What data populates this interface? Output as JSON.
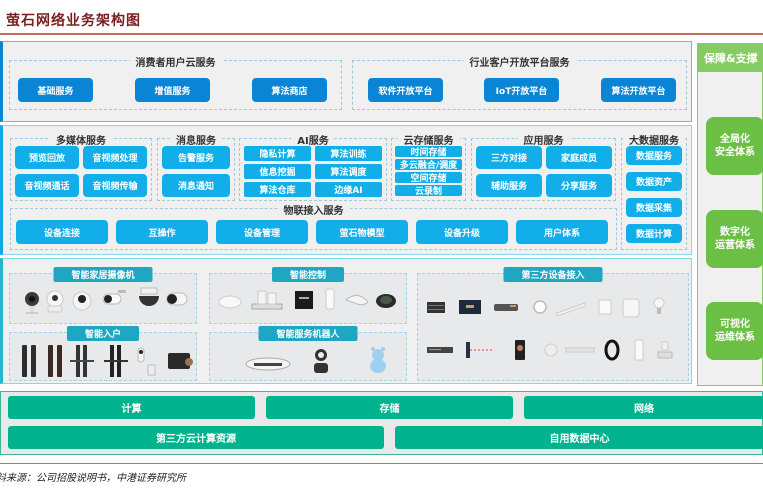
{
  "title": "萤石网络业务架构图",
  "source": "资料来源：公司招股说明书，中港证券研究所",
  "layer1": {
    "consumer": {
      "label": "消费者用户云服务",
      "items": [
        "基础服务",
        "增值服务",
        "算法商店"
      ]
    },
    "industry": {
      "label": "行业客户开放平台服务",
      "items": [
        "软件开放平台",
        "IoT开放平台",
        "算法开放平台"
      ]
    }
  },
  "layer2": {
    "multimedia": {
      "label": "多媒体服务",
      "items": [
        "预览回放",
        "音视频处理",
        "音视频通话",
        "音视频传输"
      ]
    },
    "message": {
      "label": "消息服务",
      "items": [
        "告警服务",
        "消息通知"
      ]
    },
    "ai": {
      "label": "AI服务",
      "items": [
        "隐私计算",
        "算法训练",
        "信息挖掘",
        "算法调度",
        "算法仓库",
        "边缘AI"
      ]
    },
    "storage": {
      "label": "云存储服务",
      "items": [
        "时间存储",
        "多云融合/调度",
        "空间存储",
        "云录制"
      ]
    },
    "application": {
      "label": "应用服务",
      "items": [
        "三方对接",
        "家庭成员",
        "辅助服务",
        "分享服务"
      ]
    },
    "bigdata": {
      "label": "大数据服务",
      "items": [
        "数据服务",
        "数据资产",
        "数据采集",
        "数据计算"
      ]
    },
    "iot": {
      "label": "物联接入服务",
      "items": [
        "设备连接",
        "互操作",
        "设备管理",
        "萤石物模型",
        "设备升级",
        "用户体系"
      ]
    }
  },
  "layer3": {
    "camera": {
      "label": "智能家居摄像机",
      "devices": [
        "indoor-camera",
        "pan-tilt-camera",
        "dome-camera",
        "bullet-camera",
        "outdoor-ptz-camera",
        "bullet-camera-white"
      ]
    },
    "control": {
      "label": "智能控制",
      "devices": [
        "smart-plug",
        "gateway",
        "control-panel",
        "sensor",
        "hub",
        "smart-speaker"
      ]
    },
    "entry": {
      "label": "智能入户",
      "devices": [
        "smart-lock",
        "smart-lock-bronze",
        "lever-lock",
        "lever-lock-black",
        "video-doorbell",
        "peephole-viewer"
      ]
    },
    "robot": {
      "label": "智能服务机器人",
      "devices": [
        "robot-vacuum",
        "companion-robot",
        "kids-robot-bear"
      ]
    },
    "thirdparty": {
      "label": "第三方设备接入",
      "devices_row1": [
        "nvr",
        "display-screen",
        "switch-box",
        "smoke-detector",
        "light-bar",
        "wall-switch",
        "air-purifier",
        "smart-bulb"
      ],
      "devices_row2": [
        "rack-recorder",
        "barrier-sensor",
        "face-terminal",
        "ceiling-sensor",
        "pet-feeder",
        "fitness-band",
        "thermostat",
        "smart-display"
      ]
    }
  },
  "layer4": {
    "row1": [
      "计算",
      "存储",
      "网络"
    ],
    "row2": [
      "第三方云计算资源",
      "自用数据中心"
    ]
  },
  "support": {
    "header": "保障&支撑",
    "items": [
      {
        "line1": "全局化",
        "line2": "安全体系"
      },
      {
        "line1": "数字化",
        "line2": "运营体系"
      },
      {
        "line1": "可视化",
        "line2": "运维体系"
      }
    ]
  }
}
